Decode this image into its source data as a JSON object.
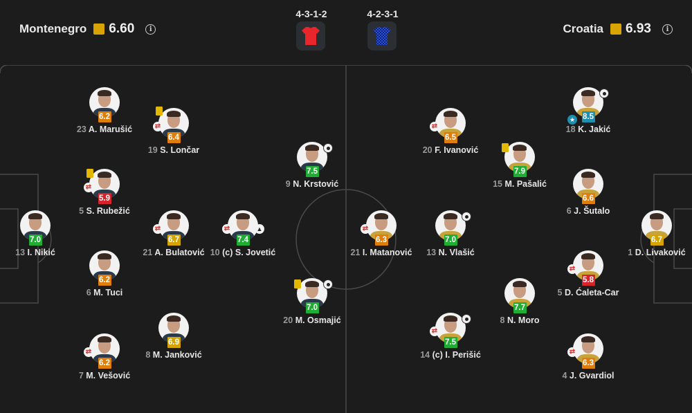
{
  "header": {
    "home": {
      "name": "Montenegro",
      "rating": "6.60",
      "formation": "4-3-1-2",
      "kit_color": "#e8262b"
    },
    "away": {
      "name": "Croatia",
      "rating": "6.93",
      "formation": "4-2-3-1",
      "kit_color": "#1b3fd0"
    },
    "rating_box_color": "#d9a400"
  },
  "players": [
    {
      "id": "maruic",
      "number": "23",
      "name": "A. Marušić",
      "rating": "6.2",
      "rating_color": "orange",
      "icons": []
    },
    {
      "id": "loncar",
      "number": "19",
      "name": "S. Lončar",
      "rating": "6.4",
      "rating_color": "orange",
      "icons": [
        "yellow-card",
        "substitution"
      ]
    },
    {
      "id": "rubezic",
      "number": "5",
      "name": "S. Rubežić",
      "rating": "5.9",
      "rating_color": "red",
      "icons": [
        "yellow-card",
        "substitution"
      ]
    },
    {
      "id": "krstovic",
      "number": "9",
      "name": "N. Krstović",
      "rating": "7.5",
      "rating_color": "green",
      "icons": [
        "goal"
      ]
    },
    {
      "id": "nikic",
      "number": "13",
      "name": "I. Nikić",
      "rating": "7.0",
      "rating_color": "green",
      "icons": []
    },
    {
      "id": "bulatovic",
      "number": "21",
      "name": "A. Bulatović",
      "rating": "6.7",
      "rating_color": "yellow",
      "icons": [
        "substitution"
      ]
    },
    {
      "id": "jovetic",
      "number": "10",
      "name": "(c) S. Jovetić",
      "rating": "7.4",
      "rating_color": "green",
      "icons": [
        "substitution",
        "assist"
      ]
    },
    {
      "id": "tuci",
      "number": "6",
      "name": "M. Tuci",
      "rating": "6.2",
      "rating_color": "orange",
      "icons": []
    },
    {
      "id": "osmajic",
      "number": "20",
      "name": "M. Osmajić",
      "rating": "7.0",
      "rating_color": "green",
      "icons": [
        "yellow-card",
        "goal"
      ]
    },
    {
      "id": "jankovic",
      "number": "8",
      "name": "M. Janković",
      "rating": "6.9",
      "rating_color": "yellow",
      "icons": []
    },
    {
      "id": "vesovic",
      "number": "7",
      "name": "M. Vešović",
      "rating": "6.2",
      "rating_color": "orange",
      "icons": [
        "substitution"
      ]
    },
    {
      "id": "ivanovic",
      "number": "20",
      "name": "F. Ivanović",
      "rating": "6.5",
      "rating_color": "orange",
      "icons": [
        "substitution"
      ]
    },
    {
      "id": "jakic",
      "number": "18",
      "name": "K. Jakić",
      "rating": "8.5",
      "rating_color": "teal",
      "icons": [
        "star",
        "goal"
      ]
    },
    {
      "id": "pasalic",
      "number": "15",
      "name": "M. Pašalić",
      "rating": "7.9",
      "rating_color": "green",
      "icons": [
        "yellow-card"
      ]
    },
    {
      "id": "sutalo",
      "number": "6",
      "name": "J. Šutalo",
      "rating": "6.6",
      "rating_color": "orange",
      "icons": []
    },
    {
      "id": "matanovic",
      "number": "21",
      "name": "I. Matanović",
      "rating": "6.3",
      "rating_color": "orange",
      "icons": [
        "substitution"
      ]
    },
    {
      "id": "vlasic",
      "number": "13",
      "name": "N. Vlašić",
      "rating": "7.0",
      "rating_color": "green",
      "icons": [
        "goal"
      ]
    },
    {
      "id": "livakovic",
      "number": "1",
      "name": "D. Livaković",
      "rating": "6.7",
      "rating_color": "yellow",
      "icons": []
    },
    {
      "id": "caletacar",
      "number": "5",
      "name": "D. Ćaleta-Car",
      "rating": "5.8",
      "rating_color": "red",
      "icons": [
        "substitution"
      ]
    },
    {
      "id": "moro",
      "number": "8",
      "name": "N. Moro",
      "rating": "7.7",
      "rating_color": "green",
      "icons": []
    },
    {
      "id": "perisic",
      "number": "14",
      "name": "(c) I. Perišić",
      "rating": "7.5",
      "rating_color": "green",
      "icons": [
        "substitution",
        "goal"
      ]
    },
    {
      "id": "gvardiol",
      "number": "4",
      "name": "J. Gvardiol",
      "rating": "6.3",
      "rating_color": "orange",
      "icons": [
        "substitution"
      ]
    }
  ]
}
